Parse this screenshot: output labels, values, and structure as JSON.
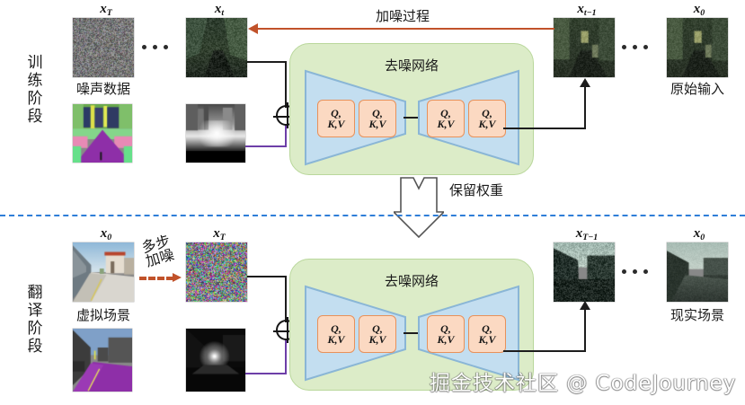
{
  "figure": {
    "title_watermark": "掘金技术社区 @ CodeJourney"
  },
  "stages": {
    "training": {
      "label": "训练阶段",
      "label_chars": [
        "训",
        "练",
        "阶",
        "段"
      ],
      "noising_arrow_label": "加噪过程",
      "network_title": "去噪网络",
      "images": [
        {
          "name": "x_T",
          "base": "x",
          "sub": "T",
          "caption": "噪声数据",
          "kind": "noise-gray"
        },
        {
          "name": "x_t",
          "base": "x",
          "sub": "t",
          "caption": "",
          "kind": "dark-street"
        },
        {
          "name": "x_t-1",
          "base": "x",
          "sub": "t−1",
          "caption": "",
          "kind": "street-night"
        },
        {
          "name": "x_0",
          "base": "x",
          "sub": "0",
          "caption": "原始输入",
          "kind": "street-night"
        }
      ],
      "condition_images": [
        {
          "name": "semantic-map",
          "kind": "segmentation-city"
        },
        {
          "name": "depth-map",
          "kind": "depth-city"
        }
      ],
      "ellipsis": "· · ·",
      "qkv_blocks": [
        {
          "line1": "Q,",
          "line2": "K,V"
        },
        {
          "line1": "Q,",
          "line2": "K,V"
        },
        {
          "line1": "Q,",
          "line2": "K,V"
        },
        {
          "line1": "Q,",
          "line2": "K,V"
        }
      ]
    },
    "translation": {
      "label": "翻译阶段",
      "label_chars": [
        "翻",
        "译",
        "阶",
        "段"
      ],
      "multistep_noise_label_lines": [
        "多步",
        "加噪"
      ],
      "network_title": "去噪网络",
      "images": [
        {
          "name": "x_0",
          "base": "x",
          "sub": "0",
          "caption": "虚拟场景",
          "kind": "virtual-street"
        },
        {
          "name": "x_T",
          "base": "x",
          "sub": "T",
          "caption": "",
          "kind": "noise-color"
        },
        {
          "name": "x_T-1",
          "base": "x",
          "sub": "T−1",
          "caption": "",
          "kind": "real-noisy"
        },
        {
          "name": "x_0_out",
          "base": "x",
          "sub": "0",
          "caption": "现实场景",
          "kind": "real-clean"
        }
      ],
      "condition_images": [
        {
          "name": "semantic-map",
          "kind": "segmentation-virtual"
        },
        {
          "name": "depth-map",
          "kind": "depth-virtual"
        }
      ],
      "ellipsis": "· · ·",
      "qkv_blocks": [
        {
          "line1": "Q,",
          "line2": "K,V"
        },
        {
          "line1": "Q,",
          "line2": "K,V"
        },
        {
          "line1": "Q,",
          "line2": "K,V"
        },
        {
          "line1": "Q,",
          "line2": "K,V"
        }
      ]
    }
  },
  "transfer": {
    "keep_weights_label": "保留权重"
  },
  "colors": {
    "network_fill": "#dcecc8",
    "network_border": "#b9d79b",
    "unet_fill": "#c3def0",
    "unet_border": "#8ab6d6",
    "qkv_fill": "#fbd9c2",
    "qkv_border": "#e8915a",
    "noising_arrow": "#c1522a",
    "divider": "#2f7ed8",
    "condition_line": "#6d3fa8",
    "main_line": "#1d1d1d"
  }
}
